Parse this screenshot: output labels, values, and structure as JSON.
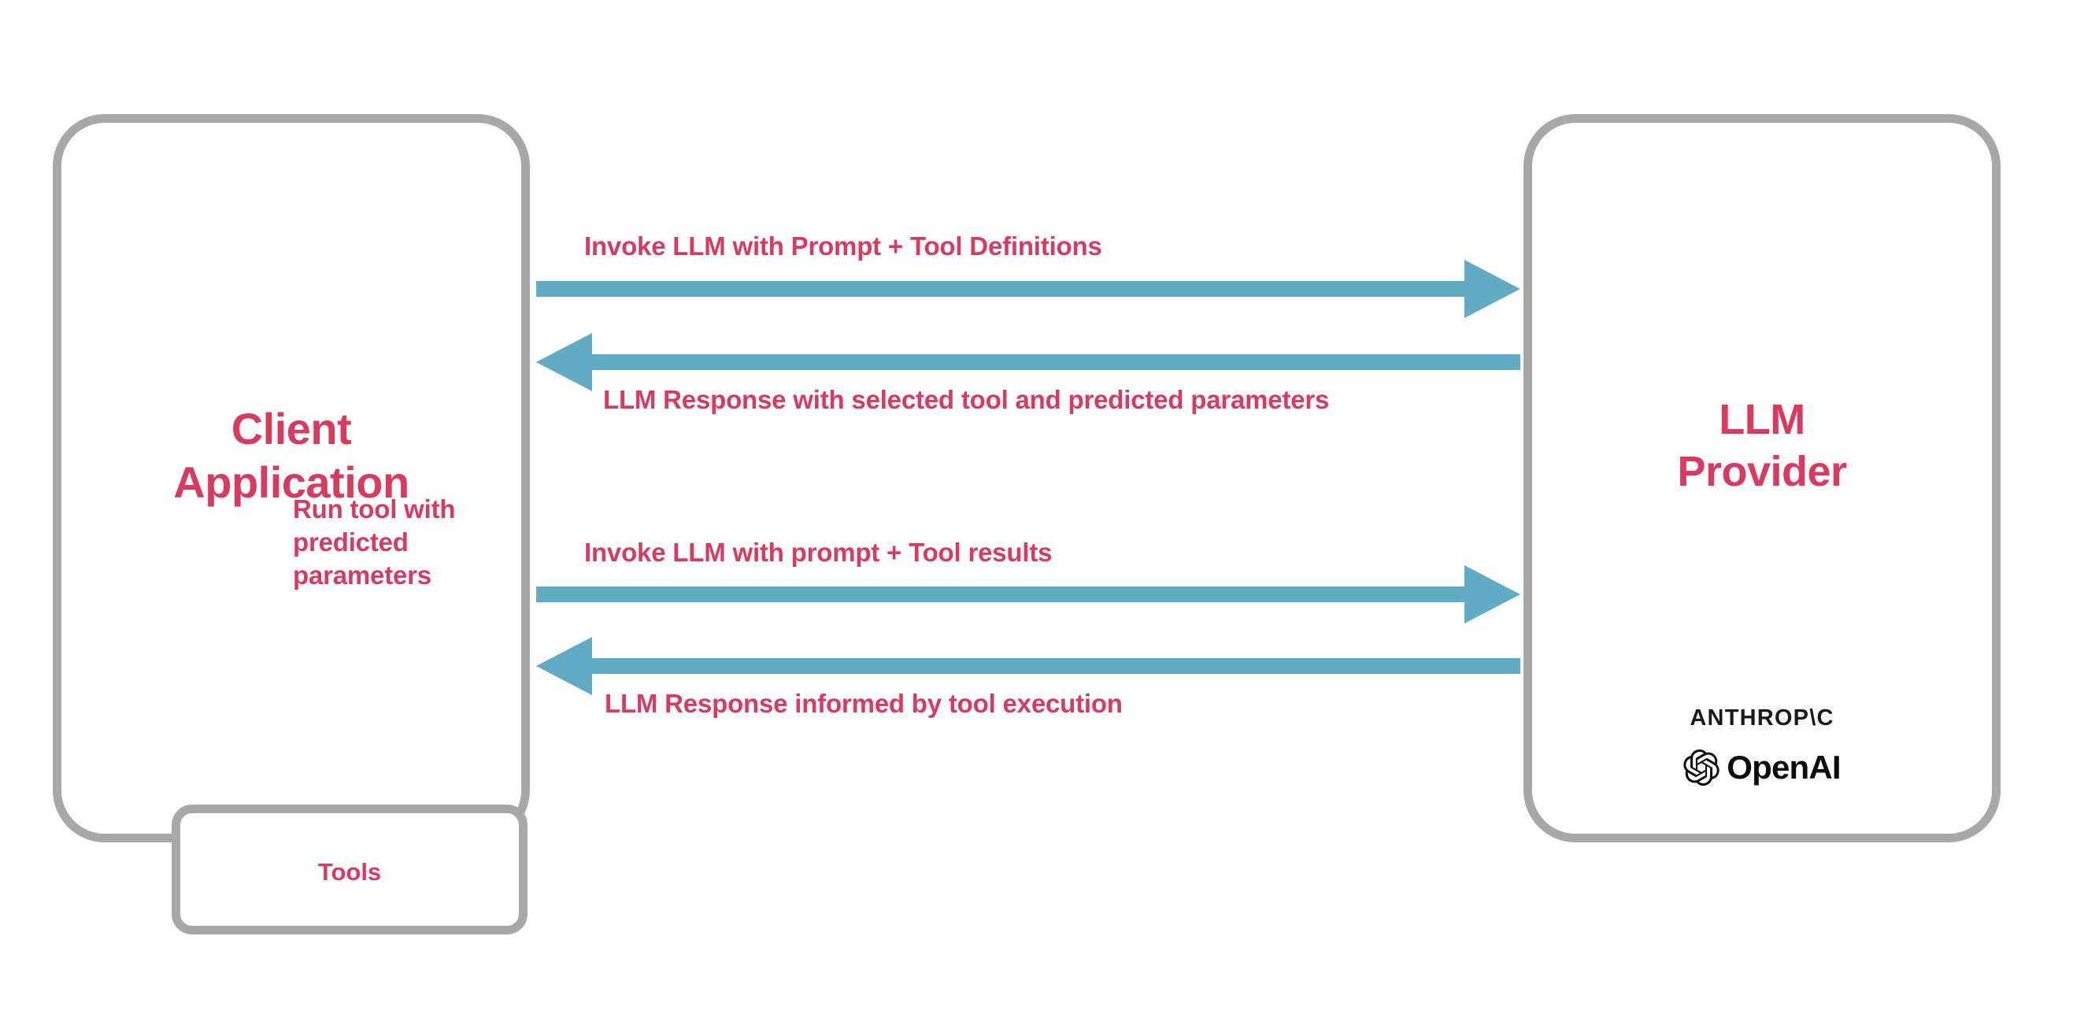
{
  "diagram": {
    "title": "LLM tool-calling interaction flow",
    "background_color": "#ffffff",
    "accent_text_color": "#d93a5e",
    "arrow_color": "#62abc4",
    "box_border_color": "#a8a8a8",
    "logo_color": "#0d0d0d"
  },
  "client": {
    "title": "Client\nApplication",
    "tools": {
      "label": "Tools"
    },
    "internal_arrow_label": "Run tool with\npredicted\nparameters"
  },
  "provider": {
    "title": "LLM\nProvider",
    "logos": [
      {
        "name": "anthropic-logo",
        "text": "ANTHROP\\C"
      },
      {
        "name": "openai-logo",
        "text": "OpenAI"
      }
    ]
  },
  "messages": [
    {
      "id": "invoke-1",
      "label": "Invoke LLM with Prompt + Tool Definitions",
      "direction": "client-to-provider",
      "order": 1
    },
    {
      "id": "response-1",
      "label": "LLM Response with selected tool and predicted parameters",
      "direction": "provider-to-client",
      "order": 2
    },
    {
      "id": "invoke-2",
      "label": "Invoke LLM with prompt + Tool results",
      "direction": "client-to-provider",
      "order": 3
    },
    {
      "id": "response-2",
      "label": "LLM Response informed by tool execution",
      "direction": "provider-to-client",
      "order": 4
    }
  ]
}
